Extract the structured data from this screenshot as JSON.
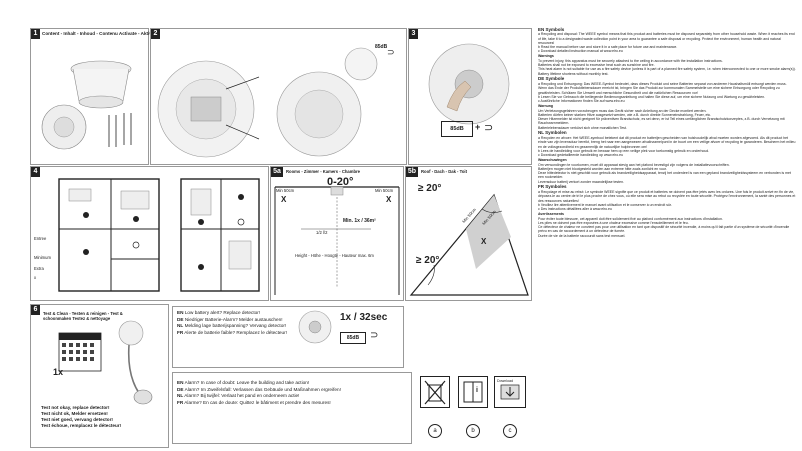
{
  "panel1": {
    "number": "1",
    "heading": "Content - Inhalt - Inhoud - Contenu Activate - Aktivieren - Activeren - Active Testing - Prüfung - Testen - Testez"
  },
  "panel2": {
    "number": "2"
  },
  "panel3": {
    "number": "3",
    "db_label": "85dB",
    "db_label_large": "85dB",
    "operator_plus": "+",
    "operator_eq": "="
  },
  "panel4": {
    "number": "4",
    "labels": {
      "entree": "Entree",
      "minimum": "Minimum",
      "extra": "Extra",
      "key_x": "x"
    }
  },
  "panel5a": {
    "number": "5a",
    "heading": "Rooms - Zimmer - Kamers - Chambre",
    "angle": "0-20°",
    "min_left": "Min 50cm",
    "min_right": "Min 50cm",
    "min_distance": "Min. 1x / 36m²",
    "half": "1/2 l/2",
    "height_label": "Height - Höhe - Hoogte - Hauteur max. 6m",
    "x_mark": "X"
  },
  "panel5b": {
    "number": "5b",
    "heading": "Roof - Dach - Dak - Toit",
    "angle_top": "≥ 20°",
    "angle_bottom": "≥ 20°",
    "min_a": "Min 50cm",
    "min_b": "Min 50cm",
    "x_mark": "X"
  },
  "panel6": {
    "number": "6",
    "title": "Test & Clean - Testen & reinigen - Test & schoonmaken Testez & nettoyage",
    "count": "1x",
    "captions": [
      "Test not okay, replace detector!",
      "Test nicht ok, Melder ersetzen!",
      "Test niet goed, vervang detector!",
      "Test échoue, remplacez le détecteur!"
    ]
  },
  "msg_battery": {
    "lines": [
      {
        "code": "EN",
        "text": "Low battery alert? Replace detector!"
      },
      {
        "code": "DE",
        "text": "Niedriger Batterie-Alarm? Melder austauschen!"
      },
      {
        "code": "NL",
        "text": "Melding lage batterijspanning? Vervang detector!"
      },
      {
        "code": "FR",
        "text": "Alerte de batterie faible? Remplacez le détecteur!"
      }
    ],
    "rate": "1x / 32sec",
    "db": "85dB"
  },
  "msg_alarm": {
    "lines": [
      {
        "code": "EN",
        "text": "Alarm? In case of doubt: Leave the building and take action!"
      },
      {
        "code": "DE",
        "text": "Alarm? Im Zweifelsfall: Verlassen das Gebäude und Maßnahmen ergreifen!"
      },
      {
        "code": "NL",
        "text": "Alarm? Bij twijfel: Verlaat het pand en onderneem actie!"
      },
      {
        "code": "FR",
        "text": "Alarme? En cas de doute: Quittez le bâtiment et prendre des mesures!"
      }
    ]
  },
  "symbols": {
    "a": "a",
    "b": "b",
    "c": "c",
    "download_label": "Download",
    "book_label": "i"
  },
  "right_column": [
    {
      "heading": "EN Symbols",
      "items": [
        "a  Recycling and disposal: The WEEE symbol means that this product and batteries must be disposed separately from other household waste. When it reaches its end of life, take it to a designated waste collection point in your area to guarantee a safe disposal or recycling. Protect the environment, human health and natural resources!",
        "b  Read the manual before use and store it in a safe place for future use and maintenance.",
        "c  Download detailed instruction manual at www.elro.eu"
      ],
      "sub": "Warnings",
      "warnings": [
        "To prevent injury, this apparatus must be securely attached to the ceiling in accordance with the installation instructions.",
        "Batteries shall not be exposed to excessive heat such as sunshine and fire.",
        "This heat alarm is not suitable for use as a fire safety device (unless it is part of a planned fire safety system, i.e. when interconnected to one or more smoke alarm(s)).",
        "Battery lifetime shortens without monthly test."
      ]
    },
    {
      "heading": "DE Symbole",
      "items": [
        "a  Recycling und Entsorgung: Das WEEE-Symbol bedeutet, dass dieses Produkt und seine Batterien separat von anderem Haushaltsmüll entsorgt werden muss. Wenn das Ende der Produktlebensdauer erreicht ist, bringen Sie das Produkt zur kommunalen Sammelstelle um eine sichere Entsorgung oder Recycling zu gewährleisten. Schützen Sie Umwelt und menschliche Gesundheit und die natürlichen Ressourcen vor!",
        "b  Lesen Sie vor Gebrauch die beiliegende Bedienungsanleitung und halten Sie diese auf, um eine sichere Nutzung und Wartung zu gewährleisten.",
        "c  Ausführliche Informationen finden Sie auf www.elro.eu"
      ],
      "sub": "Warnung",
      "warnings": [
        "Um Verletzungsgefahren vorzubeugen muss das Gerät sicher nach Anleitung an der Decke montiert werden.",
        "Batterien dürfen keiner starken Hitze ausgesetzt werden, wie z.B. durch direkte Sonneneinstrahlung, Feuer, etc.",
        "Dieser Hitzemelder ist nicht geeignet für präventiven Brandschutz, es sei denn, er ist Teil eines umfänglichen Brandschutzkonzeptes, z.B. durch Vernetzung mit Rauchwarnmeldern.",
        "Batterielebensdauer verkürzt sich ohne monatlichen Test."
      ]
    },
    {
      "heading": "NL Symbolen",
      "items": [
        "a  Recyclen en afvoer: Het WEEE-symbool betekent dat dit product en batterijen gescheiden van huishoudelijk afval moeten worden afgevoerd. Als dit product het einde van zijn levensduur bereikt, breng het naar een aangewezen afvalinzamelpunt in de buurt om een veilige afvoer of recycling te garanderen. Bescherm het milieu en de volksgezondheid en gezamenlijk de natuurlijke hulpbronnen om!",
        "b  Lees de handleiding voor gebruik en bewaar hem op een veilige plek voor toekomstig gebruik en onderhoud.",
        "c  Download gedetailleerde handleiding op www.elro.eu"
      ],
      "sub": "Waarschuwingen",
      "warnings": [
        "Om verwondingen te voorkomen, moet dit apparaat stevig aan het plafond bevestigd zijn volgens de installatievoorschriften.",
        "Batterijen mogen niet blootgesteld worden aan extreme hitte zoals zonlicht en vuur.",
        "Deze hittedetector is niet geschikt voor gebruik als brandveiligheidsapparaat, tenzij het onderdeel is van een gepland brandveiligheidssysteem en verbonden is met een rookmelder.",
        "Levensduur batterij verkort zonder maandelijkse testen."
      ]
    },
    {
      "heading": "FR Symboles",
      "items": [
        "a  Recyclage et mise au rebut: Le symbole WEEE signifie que ce produit et batteries ne doivent pas être jetés avec les ordures. Une fois le produit arrivé en fin de vie, déposez-le au centre de tri le plus proche de chez vous, où elle sera mise au rebut ou recyclée en toute sécurité. Protégez l'environnement, la santé des personnes et des ressources naturelles!",
        "b  Veuillez lire attentivement le manuel avant utilisation et le conserver à un endroit sûr.",
        "c  Des instructions détaillées aller à www.elro.eu"
      ],
      "sub": "Avertissements",
      "warnings": [
        "Pour éviter toute blessure, cet appareil doit être solidement fixé au plafond conformément aux instructions d'installation.",
        "Les piles ne doivent pas être exposées à une chaleur excessive comme l'ensoleillement et le feu.",
        "Ce détecteur de chaleur ne convient pas pour une utilisation en tant que dispositif de sécurité incendie, à moins qu'il fait partie d'un système de sécurité d'incendie prévu en cas de raccordement à un détecteur de fumée.",
        "Durée de vie de la batterie raccourcit sans test mensuel."
      ]
    }
  ]
}
